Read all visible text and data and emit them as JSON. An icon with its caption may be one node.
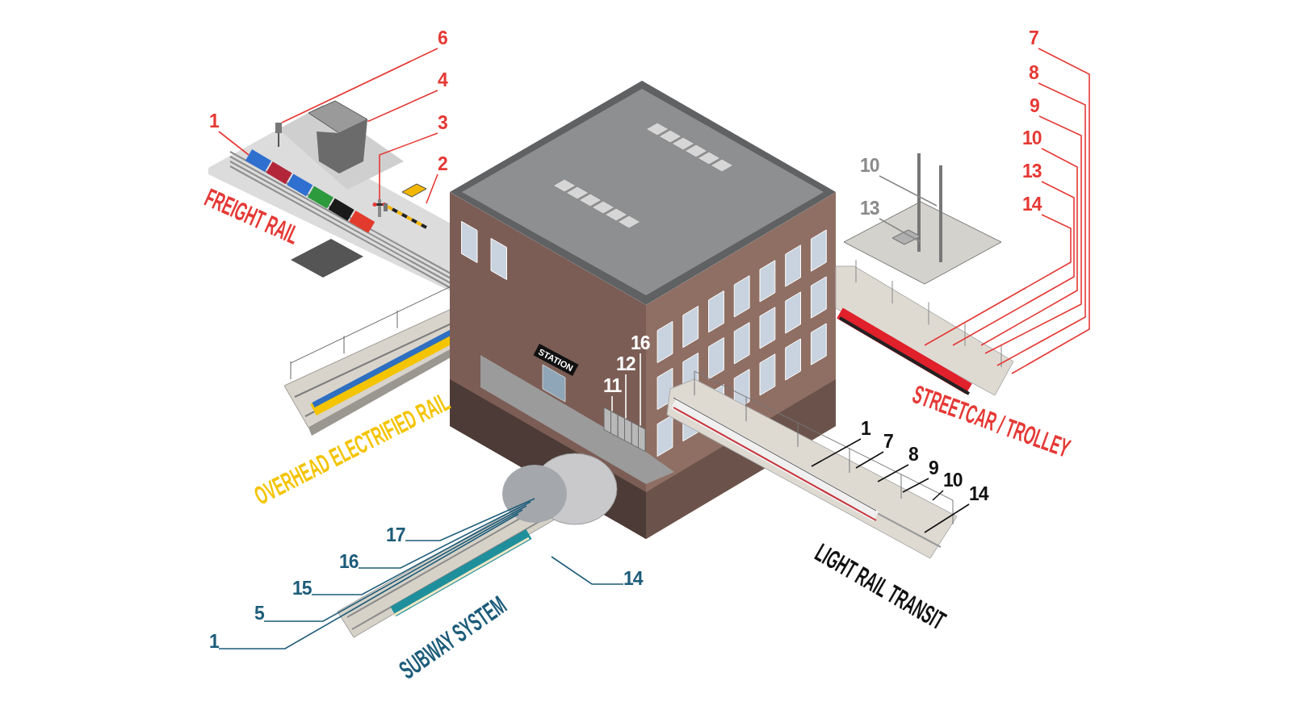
{
  "diagram": {
    "nodes": [
      {
        "text": [
          "6"
        ]
      },
      {
        "text": [
          "4"
        ]
      },
      {
        "text": [
          "1"
        ]
      },
      {
        "text": [
          "3"
        ]
      },
      {
        "text": [
          "2"
        ]
      },
      {
        "text": [
          "10"
        ]
      },
      {
        "text": [
          "13"
        ]
      },
      {
        "text": [
          "7"
        ]
      },
      {
        "text": [
          "8"
        ]
      },
      {
        "text": [
          "9"
        ]
      },
      {
        "text": [
          "10"
        ]
      },
      {
        "text": [
          "13"
        ]
      },
      {
        "text": [
          "14"
        ]
      },
      {
        "text": [
          "16"
        ]
      },
      {
        "text": [
          "12"
        ]
      },
      {
        "text": [
          "11"
        ]
      },
      {
        "text": [
          "1"
        ]
      },
      {
        "text": [
          "7"
        ]
      },
      {
        "text": [
          "8"
        ]
      },
      {
        "text": [
          "9"
        ]
      },
      {
        "text": [
          "10"
        ]
      },
      {
        "text": [
          "14"
        ]
      },
      {
        "text": [
          "17"
        ]
      },
      {
        "text": [
          "16"
        ]
      },
      {
        "text": [
          "15"
        ]
      },
      {
        "text": [
          "5"
        ]
      },
      {
        "text": [
          "1"
        ]
      },
      {
        "text": [
          "14"
        ]
      },
      {
        "text": [],
        "shape": "box"
      },
      {
        "text": [],
        "shape": "box"
      },
      {
        "text": [],
        "shape": "box"
      },
      {
        "text": [],
        "shape": "picture"
      },
      {
        "text": [],
        "shape": "picture"
      },
      {
        "text": [],
        "shape": "picture"
      },
      {
        "text": [],
        "shape": "picture"
      },
      {
        "text": [],
        "shape": "picture"
      }
    ],
    "edges": [
      {
        "from": 0,
        "to": 32,
        "arrow": "none"
      },
      {
        "from": 1,
        "to": 33,
        "arrow": "none"
      },
      {
        "from": 2,
        "to": 31,
        "arrow": "none"
      },
      {
        "from": 3,
        "to": 34,
        "arrow": "none"
      },
      {
        "from": 4,
        "to": 35,
        "arrow": "none"
      },
      {
        "from": 5,
        "to": null,
        "arrow": "none",
        "color": "#8a8a8a"
      },
      {
        "from": 6,
        "to": null,
        "arrow": "none",
        "color": "#8a8a8a"
      },
      {
        "from": 7,
        "to": null,
        "arrow": "none"
      },
      {
        "from": 8,
        "to": null,
        "arrow": "none"
      },
      {
        "from": 9,
        "to": null,
        "arrow": "none"
      },
      {
        "from": 10,
        "to": null,
        "arrow": "none"
      },
      {
        "from": 11,
        "to": null,
        "arrow": "none"
      },
      {
        "from": 12,
        "to": null,
        "arrow": "none"
      },
      {
        "from": 13,
        "to": 30,
        "arrow": "none",
        "color": "#ffffff"
      },
      {
        "from": 14,
        "to": 29,
        "arrow": "none",
        "color": "#ffffff"
      },
      {
        "from": 15,
        "to": 28,
        "arrow": "none",
        "color": "#ffffff"
      },
      {
        "from": 16,
        "to": null,
        "arrow": "none",
        "color": "#111111"
      },
      {
        "from": 17,
        "to": null,
        "arrow": "none",
        "color": "#111111"
      },
      {
        "from": 18,
        "to": null,
        "arrow": "none",
        "color": "#111111"
      },
      {
        "from": 19,
        "to": null,
        "arrow": "none",
        "color": "#111111"
      },
      {
        "from": 20,
        "to": null,
        "arrow": "none",
        "color": "#111111"
      },
      {
        "from": 21,
        "to": null,
        "arrow": "none",
        "color": "#111111"
      },
      {
        "from": 22,
        "to": null,
        "arrow": "none",
        "color": "#1d5c7a"
      },
      {
        "from": 23,
        "to": null,
        "arrow": "none",
        "color": "#1d5c7a"
      },
      {
        "from": 24,
        "to": null,
        "arrow": "none",
        "color": "#1d5c7a"
      },
      {
        "from": 25,
        "to": null,
        "arrow": "none",
        "color": "#1d5c7a"
      },
      {
        "from": 26,
        "to": null,
        "arrow": "none",
        "color": "#1d5c7a"
      },
      {
        "from": 27,
        "to": null,
        "arrow": "none",
        "color": "#1d5c7a"
      }
    ],
    "labels": [
      "FREIGHT RAIL",
      "STATION",
      "OVERHEAD ELECTRIFIED RAIL",
      "STREETCAR / TROLLEY",
      "LIGHT RAIL TRANSIT",
      "SUBWAY SYSTEM"
    ]
  }
}
